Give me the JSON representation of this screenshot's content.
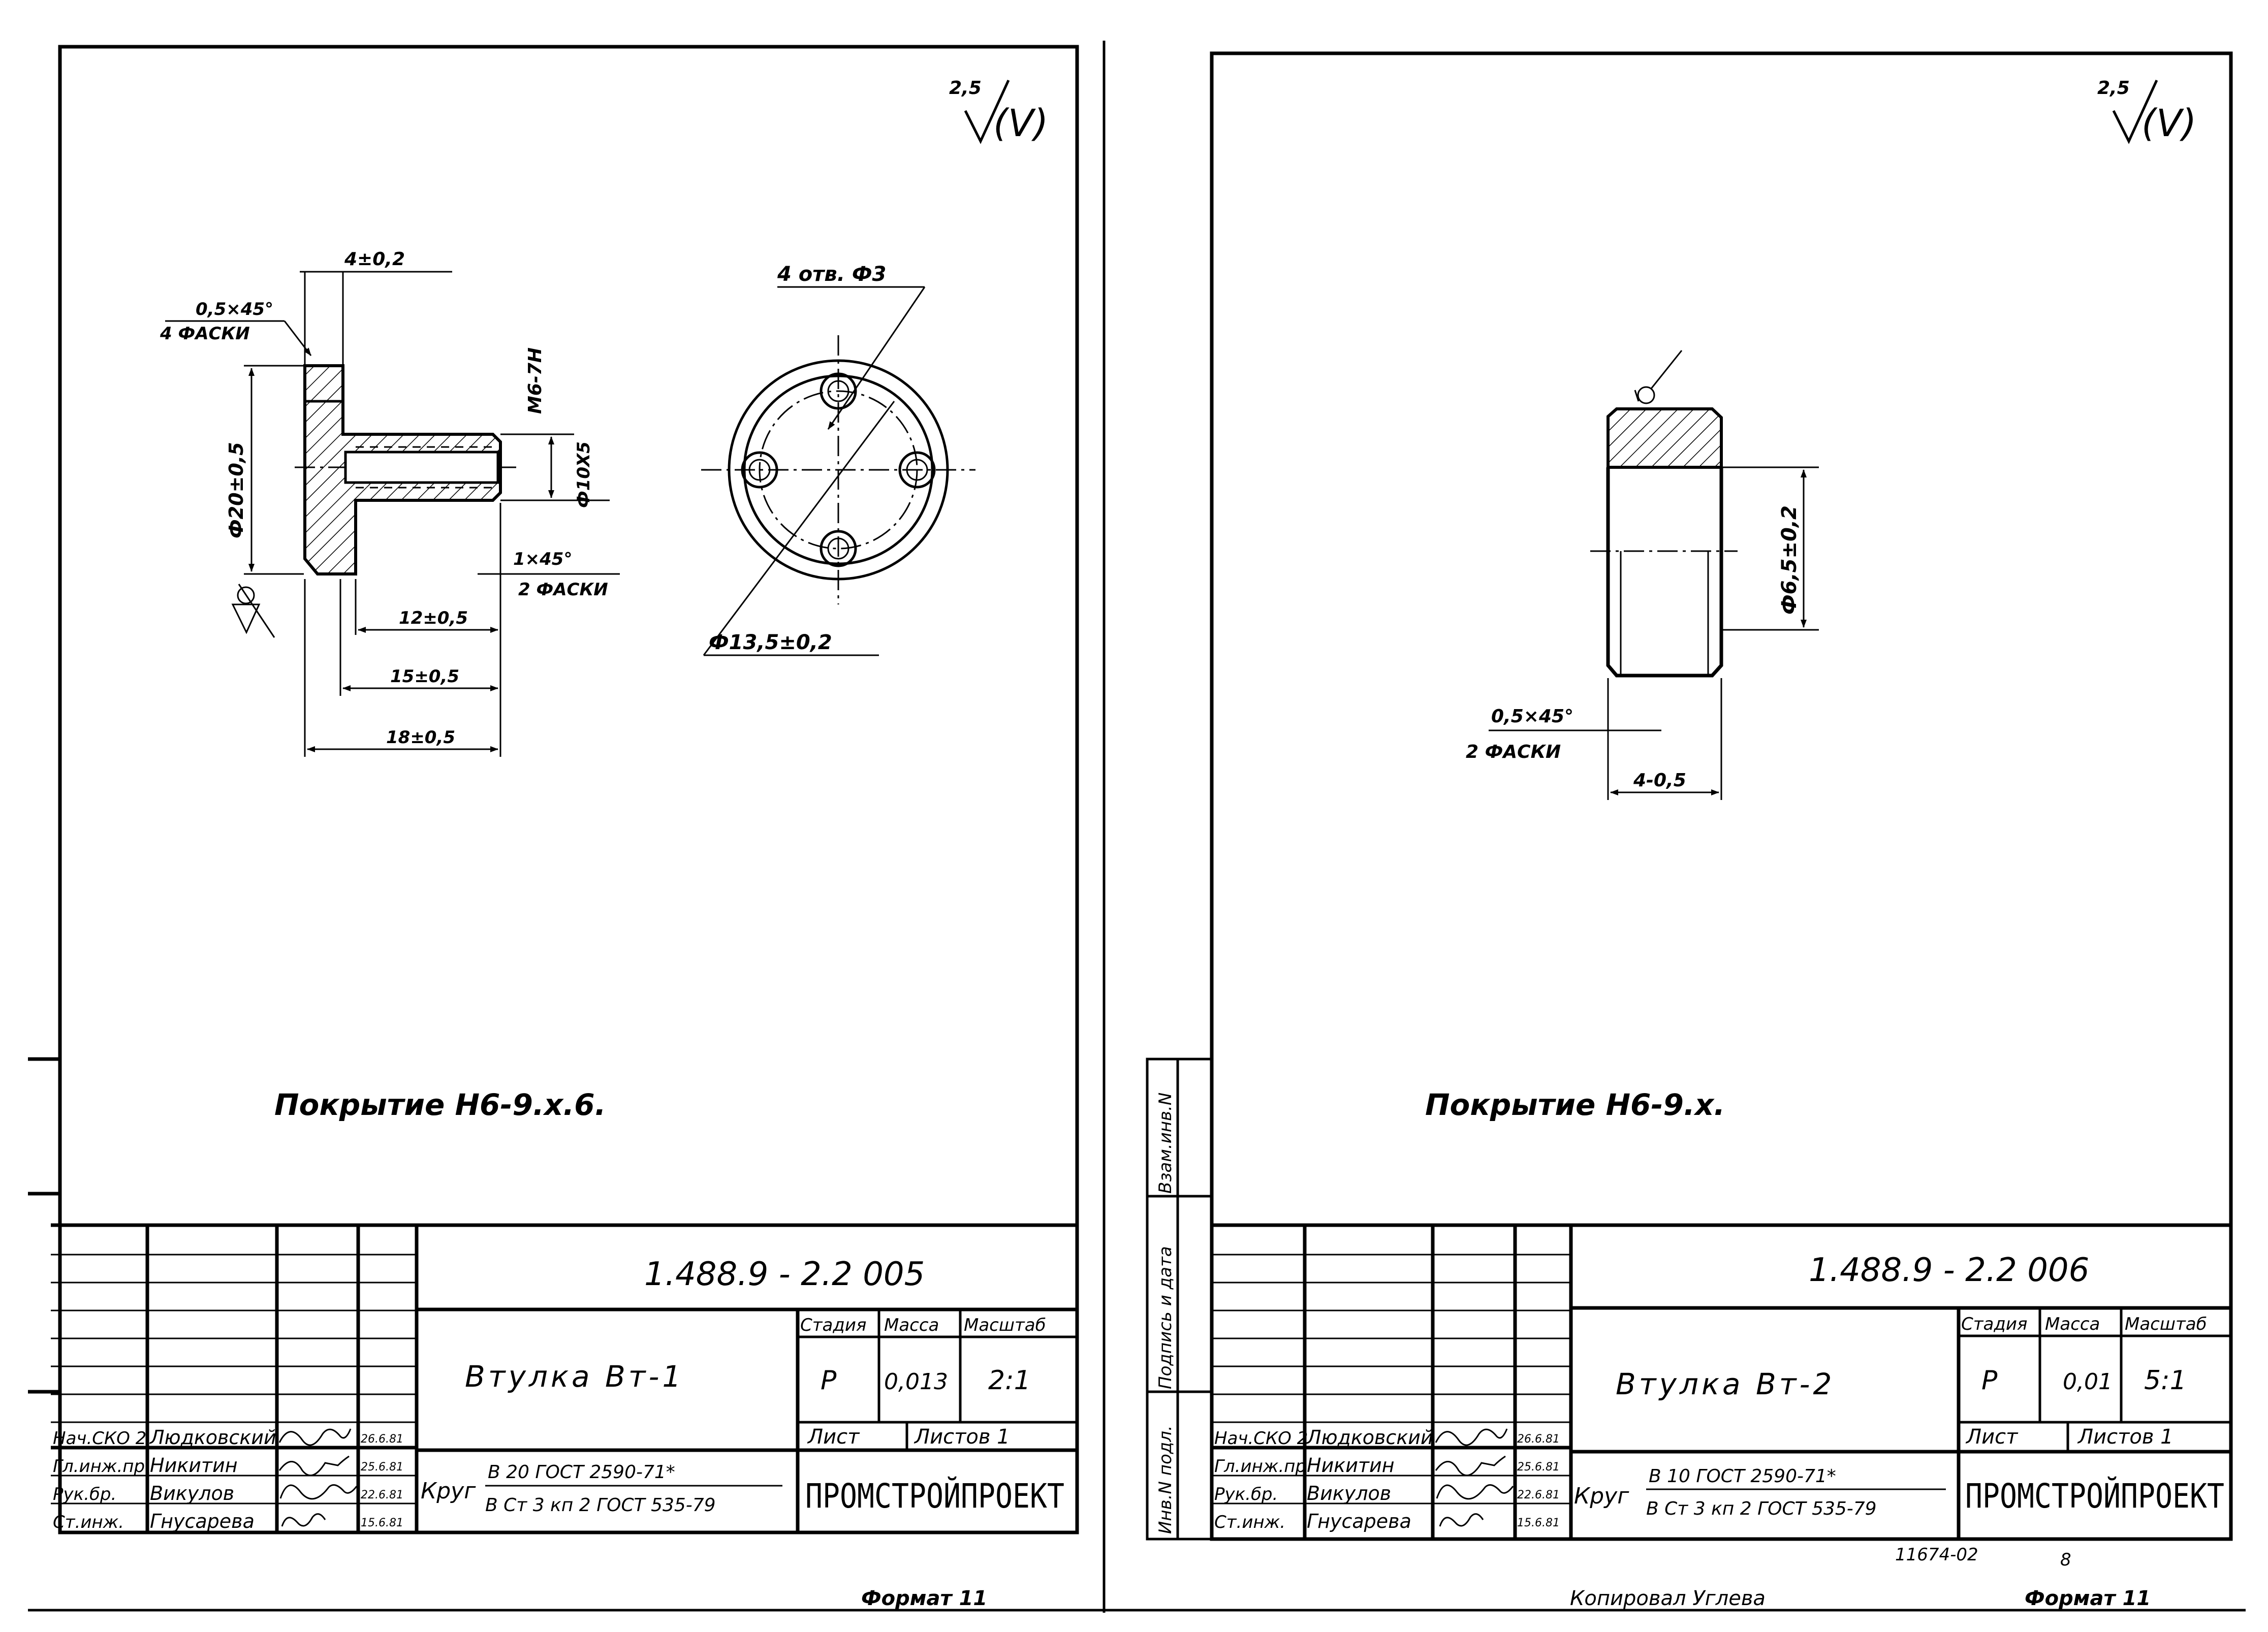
{
  "sheets": [
    {
      "id": "vt1",
      "roughness": {
        "value": "2,5",
        "extra": "(V)"
      },
      "dims": {
        "flange_width": "4±0,2",
        "chamfer_size": "0,5×45°",
        "chamfer_count": "4 ФАСКИ",
        "flange_diameter": "Ф20±0,5",
        "thread": "М6-7Н",
        "bore": "Ф10Х5",
        "bore_chamfer_size": "1×45°",
        "bore_chamfer_count": "2 ФАСКИ",
        "len_12": "12±0,5",
        "len_15": "15±0,5",
        "len_18": "18±0,5",
        "holes": "4 отв. Ф3",
        "pcd": "Ф13,5±0,2"
      },
      "coating": "Покрытие Н6-9.х.6.",
      "title_block": {
        "doc_number": "1.488.9 - 2.2 005",
        "part_name": "Втулка Вт-1",
        "headers": {
          "stage": "Стадия",
          "mass": "Масса",
          "scale": "Масштаб"
        },
        "stage": "Р",
        "mass": "0,013",
        "scale": "2:1",
        "sheet_label": "Лист",
        "sheets_label": "Листов 1",
        "material_prefix": "Круг",
        "material_top": "В 20 ГОСТ 2590-71*",
        "material_bottom": "В Ст 3 кп 2 ГОСТ 535-79",
        "org": "ПРОМСТРОЙПРОЕКТ",
        "staff": [
          {
            "role": "Нач.СКО 2",
            "name": "Людковский",
            "date": "26.6.81"
          },
          {
            "role": "Гл.инж.пр",
            "name": "Никитин",
            "date": "25.6.81"
          },
          {
            "role": "Рук.бр.",
            "name": "Викулов",
            "date": "22.6.81"
          },
          {
            "role": "Ст.инж.",
            "name": "Гнусарева",
            "date": "15.6.81"
          }
        ]
      },
      "format_label": "Формат 11"
    },
    {
      "id": "vt2",
      "roughness": {
        "value": "2,5",
        "extra": "(V)"
      },
      "dims": {
        "diameter": "Ф6,5±0,2",
        "chamfer_size": "0,5×45°",
        "chamfer_count": "2 ФАСКИ",
        "length": "4-0,5"
      },
      "coating": "Покрытие Н6-9.х.",
      "title_block": {
        "doc_number": "1.488.9 - 2.2 006",
        "part_name": "Втулка Вт-2",
        "headers": {
          "stage": "Стадия",
          "mass": "Масса",
          "scale": "Масштаб"
        },
        "stage": "Р",
        "mass": "0,01",
        "scale": "5:1",
        "sheet_label": "Лист",
        "sheets_label": "Листов 1",
        "material_prefix": "Круг",
        "material_top": "В 10 ГОСТ 2590-71*",
        "material_bottom": "В Ст 3 кп 2 ГОСТ 535-79",
        "org": "ПРОМСТРОЙПРОЕКТ",
        "staff": [
          {
            "role": "Нач.СКО 2",
            "name": "Людковский",
            "date": "26.6.81"
          },
          {
            "role": "Гл.инж.пр",
            "name": "Никитин",
            "date": "25.6.81"
          },
          {
            "role": "Рук.бр.",
            "name": "Викулов",
            "date": "22.6.81"
          },
          {
            "role": "Ст.инж.",
            "name": "Гнусарева",
            "date": "15.6.81"
          }
        ]
      },
      "side_stamp": [
        "Инв.N подл.",
        "Подпись и дата",
        "Взам.инв.N"
      ],
      "copied_by": "Копировал Углева",
      "handwritten_code": "11674-02",
      "handwritten_sheet": "8",
      "format_label": "Формат 11"
    }
  ]
}
